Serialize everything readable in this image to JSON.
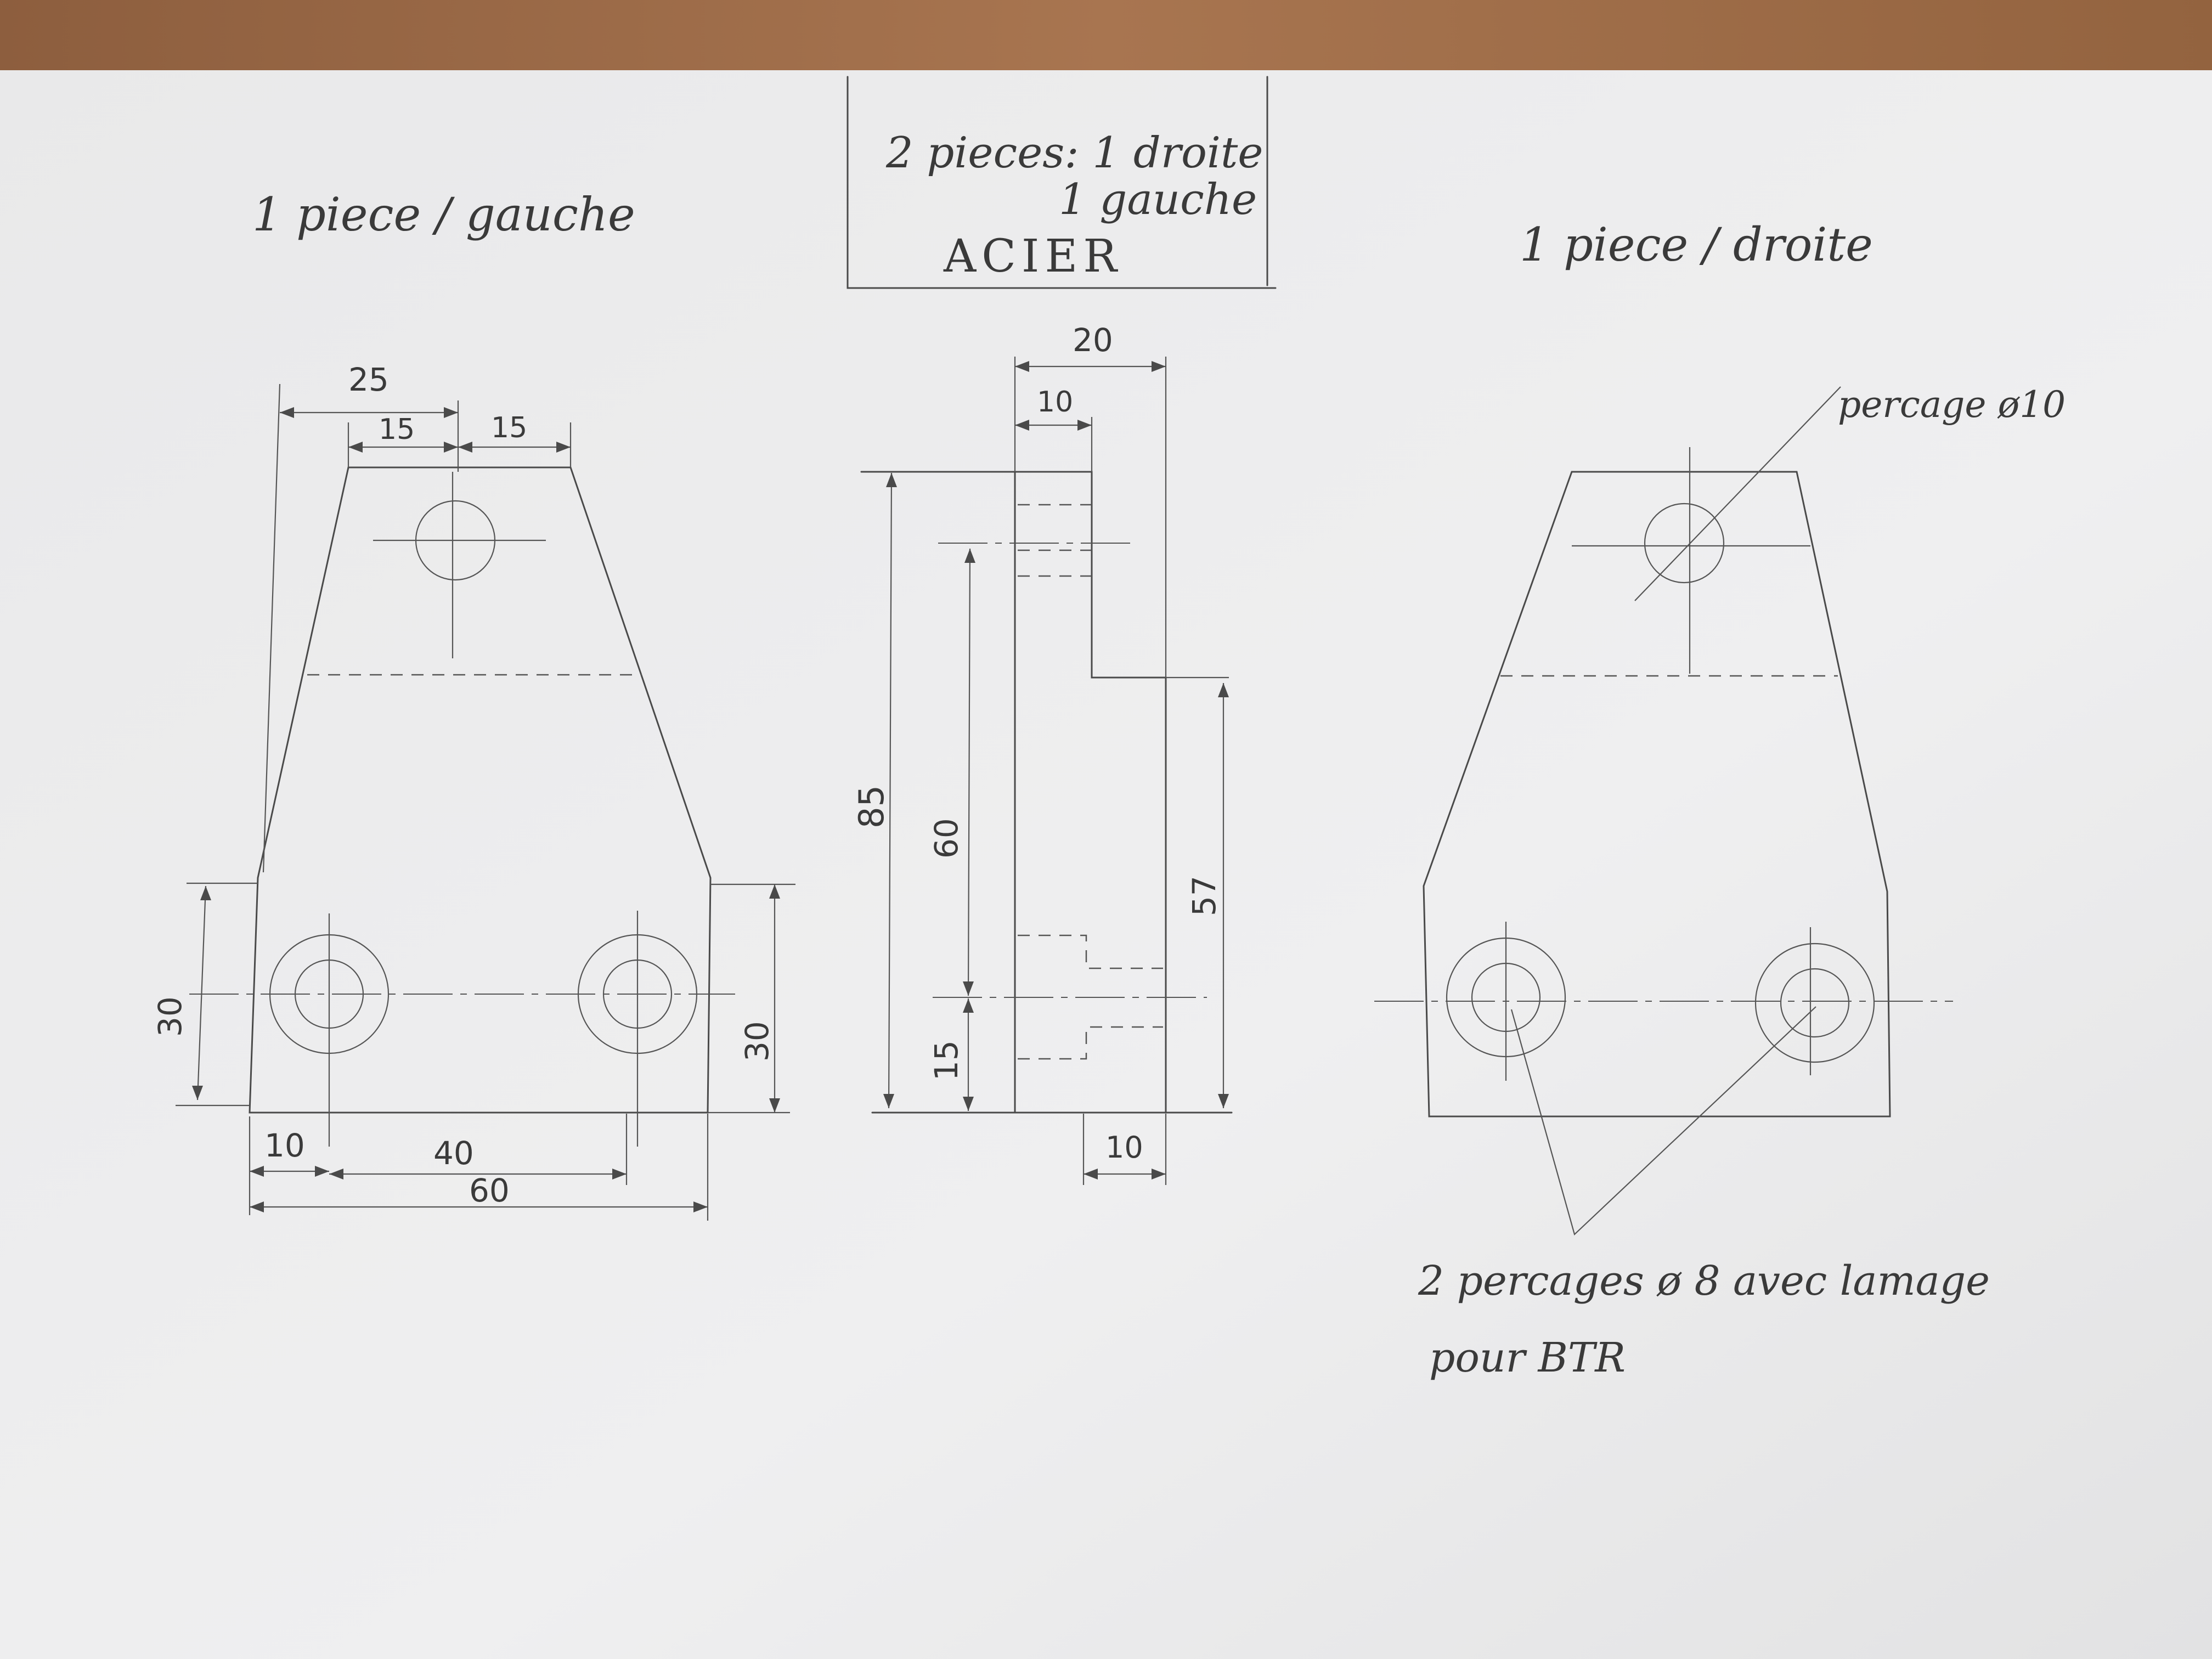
{
  "notes": {
    "box_line1": "2 pieces: 1 droite",
    "box_line2": "1 gauche",
    "material": "ACIER",
    "left_title": "1 piece / gauche",
    "right_title": "1 piece / droite",
    "drill_top": "percage ø10",
    "drill_bottom_line1": "2 percages ø 8 avec lamage",
    "drill_bottom_line2": "pour BTR"
  },
  "dimensions": {
    "front_top_offset": "25",
    "front_top_left": "15",
    "front_top_right": "15",
    "front_hole_height_left": "30",
    "front_hole_height_right": "30",
    "front_bottom_10": "10",
    "front_bottom_40": "40",
    "front_bottom_60": "60",
    "side_width": "20",
    "side_top_width": "10",
    "side_height": "85",
    "side_hole_spacing": "60",
    "side_hole_base": "15",
    "side_step_height": "57",
    "side_bottom_width": "10"
  },
  "colors": {
    "paper": "#ededed",
    "pencil": "#4a4a4a",
    "table": "#9b6b47"
  }
}
